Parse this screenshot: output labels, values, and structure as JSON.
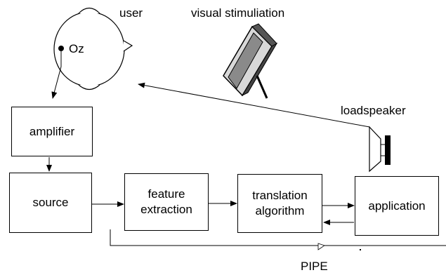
{
  "labels": {
    "user": "user",
    "oz": "Oz",
    "visual_stimulation": "visual stimuliation",
    "loudspeaker": "loadspeaker",
    "pipe": "PIPE"
  },
  "boxes": {
    "amplifier": "amplifier",
    "source": "source",
    "feature_extraction": [
      "feature",
      "extraction"
    ],
    "translation_algorithm": [
      "translation",
      "algorithm"
    ],
    "application": "application"
  }
}
